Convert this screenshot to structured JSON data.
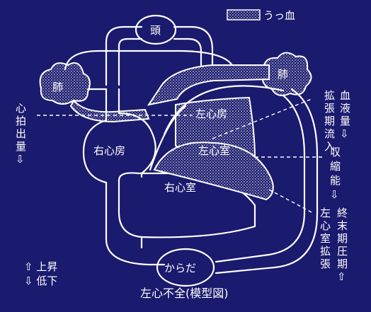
{
  "legend": {
    "label": "うっ血"
  },
  "organs": {
    "head": "頭",
    "lung_left": "肺",
    "lung_right": "肺",
    "right_atrium": "右心房",
    "right_ventricle": "右心室",
    "left_atrium": "左心房",
    "left_ventricle": "左心室",
    "body": "からだ"
  },
  "left_annotation": [
    "心",
    "拍",
    "出",
    "量",
    "⇩"
  ],
  "right_annotations": {
    "col1": [
      "拡",
      "張",
      "期",
      "流",
      "入",
      "⇩"
    ],
    "col2": [
      "血",
      "液",
      "量",
      "⇩"
    ],
    "contractility": [
      "収",
      "縮",
      "能",
      "⇩"
    ],
    "col_end1": [
      "左",
      "心",
      "室",
      "拡",
      "張"
    ],
    "col_end2": [
      "終",
      "末",
      "期",
      "圧",
      "期",
      "⇧"
    ]
  },
  "key": {
    "up": "⇧ 上昇",
    "down": "⇩ 低下"
  },
  "caption": "左心不全(模型図)",
  "colors": {
    "background": "#1a1a6e",
    "line": "#ffffff"
  }
}
